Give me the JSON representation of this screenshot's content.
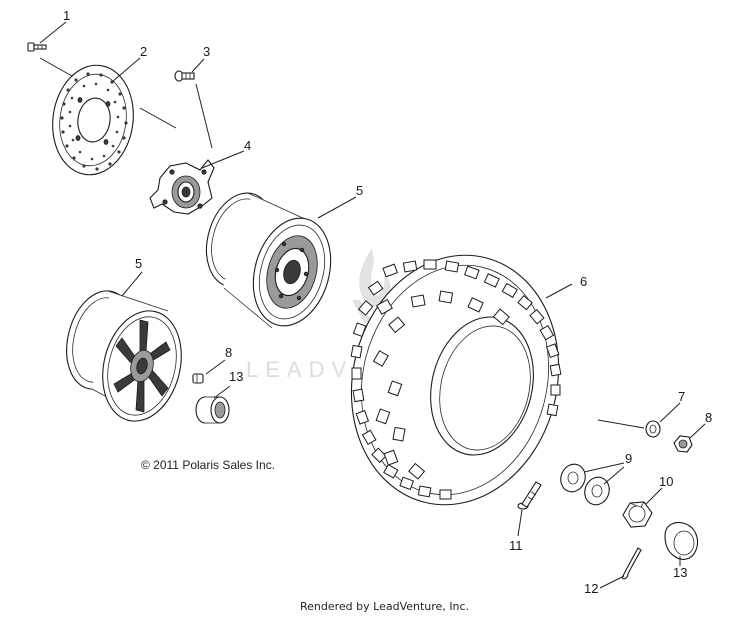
{
  "copyright": "© 2011 Polaris Sales Inc.",
  "rendered_by": "Rendered by LeadVenture, Inc.",
  "watermark": "LEADVENTURE",
  "callouts": [
    "1",
    "2",
    "3",
    "4",
    "5",
    "5",
    "6",
    "7",
    "8",
    "8",
    "9",
    "10",
    "11",
    "12",
    "13",
    "13"
  ],
  "colors": {
    "line": "#1b1b1b",
    "watermark": "#dcdcdc",
    "background": "#ffffff"
  }
}
